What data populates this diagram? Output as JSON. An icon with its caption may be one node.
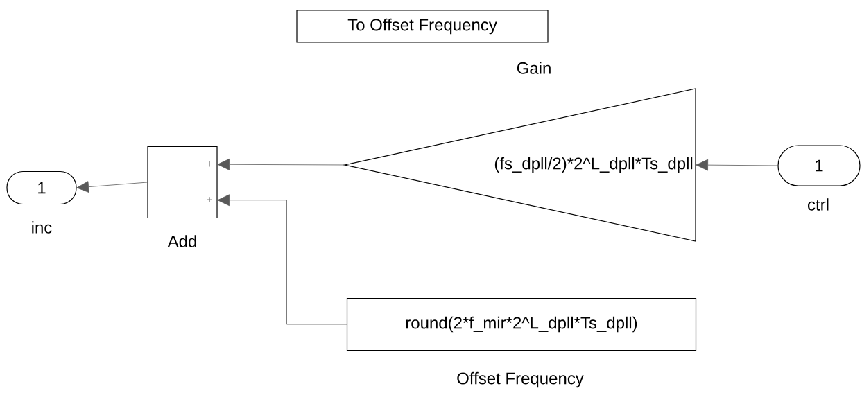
{
  "diagram": {
    "nodes": [
      {
        "text": [
          "To Offset Frequency"
        ]
      },
      {
        "text": [
          "(fs_dpll/2)*2^L_dpll*Ts_dpll"
        ],
        "beside": [
          "Gain"
        ]
      },
      {
        "text": [
          "1"
        ],
        "beside": [
          "ctrl"
        ]
      },
      {
        "text": [
          "+",
          "+"
        ],
        "beside": [
          "Add"
        ]
      },
      {
        "text": [
          "1"
        ],
        "beside": [
          "inc"
        ]
      },
      {
        "text": [
          "round(2*f_mir*2^L_dpll*Ts_dpll)"
        ],
        "beside": [
          "Offset Frequency"
        ]
      }
    ],
    "edges": [
      {
        "from": 2,
        "to": 1,
        "arrow": "to"
      },
      {
        "from": 1,
        "to": 3,
        "arrow": "to"
      },
      {
        "from": 5,
        "to": 3,
        "arrow": "to"
      },
      {
        "from": 3,
        "to": 4,
        "arrow": "to"
      }
    ]
  }
}
